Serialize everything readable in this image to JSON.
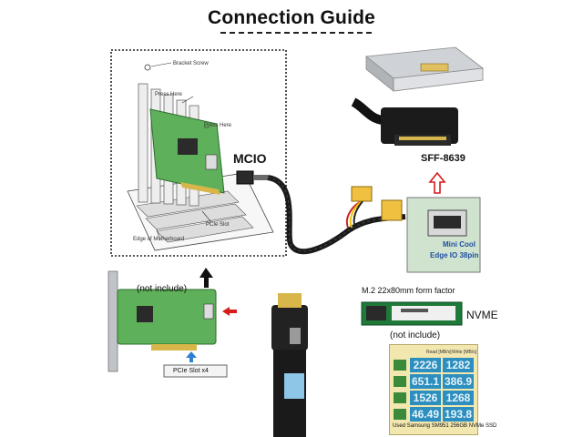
{
  "title": "Connection Guide",
  "diagram": {
    "bracket_screw": "Bracket Screw",
    "press_here_1": "Press Here",
    "press_here_2": "Press Here",
    "pcie_slot_small": "PCIe Slot",
    "edge_of_motherboard": "Edge of Motherboard",
    "mcio": "MCIO",
    "sff": "SFF-8639",
    "mini_cool_1": "Mini Cool",
    "mini_cool_2": "Edge IO 38pin",
    "not_include_card": "(not include)",
    "pcie_slot_x4": "PCIe Slot x4",
    "m2_form": "M.2 22x80mm form factor",
    "nvme": "NVME",
    "not_include_ssd": "(not include)"
  },
  "benchmark": {
    "headers": [
      "Read [MB/s]",
      "Write [MB/s]"
    ],
    "rows": [
      [
        "2226",
        "1282"
      ],
      [
        "651.1",
        "386.9"
      ],
      [
        "1526",
        "1268"
      ],
      [
        "46.49",
        "193.8"
      ]
    ],
    "caption": "Used Samsung SM951 256GB NVMe SSD"
  },
  "colors": {
    "pcb_green": "#5fb05a",
    "arrow_red": "#d81b1b",
    "cable_black": "#1a1a1a",
    "label_blue": "#1f4fa0"
  }
}
